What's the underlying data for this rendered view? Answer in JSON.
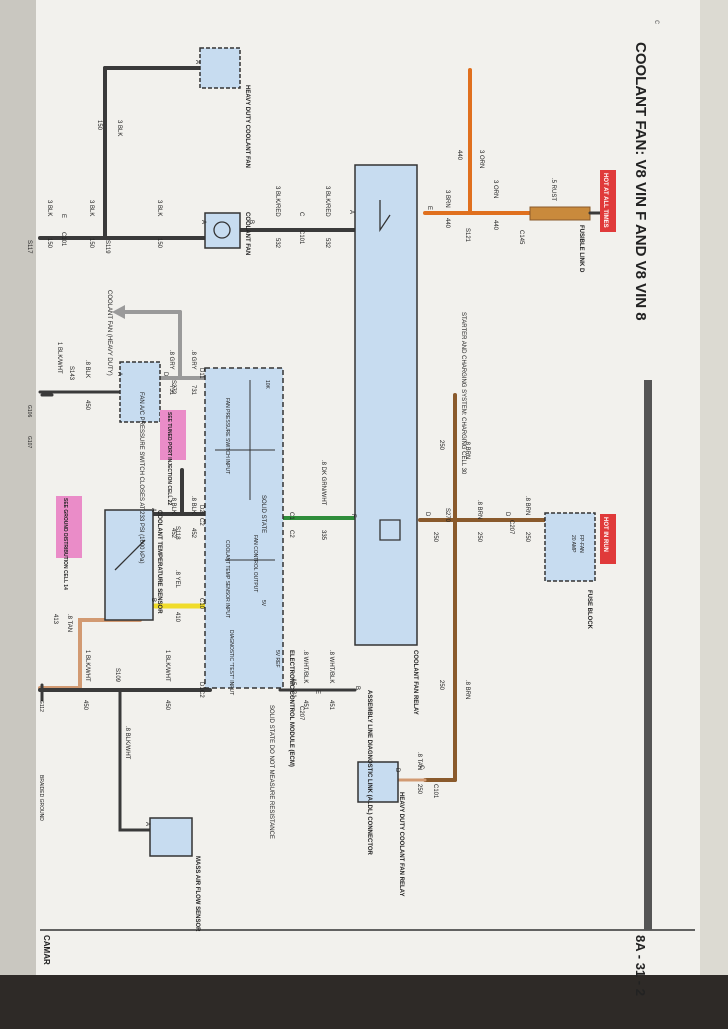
{
  "page": {
    "title": "COOLANT FAN: V8 VIN F AND V8 VIN 8",
    "page_number": "8A - 31 - 2",
    "footer_left": "CAMAR",
    "hot_at_all_times": "HOT AT ALL TIMES",
    "hot_in_run": "HOT IN RUN",
    "corner_mark": "c"
  },
  "components": {
    "fusible_link": "FUSIBLE LINK D",
    "fuse_block": "FUSE BLOCK",
    "fuse_name": "FP-FAN",
    "fuse_rating": "20 AMP",
    "coolant_fan_relay": "COOLANT FAN RELAY",
    "coolant_fan": "COOLANT FAN",
    "coolant_fan_hd": "HEAVY DUTY COOLANT FAN",
    "coolant_fan_hd_arrow": "COOLANT FAN (HEAVY DUTY)",
    "starter_ref": "STARTER AND CHARGING SYSTEM: CHARGING CELL 30",
    "ecm": "ELECTRONIC CONTROL MODULE (ECM)",
    "ecm_note": "SOLID STATE DO NOT MEASURE RESISTANCE",
    "coolant_temp_sensor": "COOLANT TEMPERATURE SENSOR",
    "fan_ac_switch": "FAN A/C PRESSURE SWITCH CLOSES AT 233 PSI (1600 kPa)",
    "aldl": "ASSEMBLY LINE DIAGNOSTIC LINK (ALDL) CONNECTOR",
    "hd_fan_relay": "HEAVY DUTY COOLANT FAN RELAY",
    "maf_sensor": "MASS AIR FLOW SENSOR",
    "see_injection": "SEE TUNED PORT INJECTION CELL 22",
    "see_ground": "SEE GROUND DISTRIBUTION CELL 14",
    "braided_ground": "BRAIDED GROUND",
    "solid_state": "SOLID STATE",
    "fan_control_output": "FAN CONTROL OUTPUT",
    "fan_pressure_input": "FAN PRESSURE SWITCH INPUT",
    "coolant_temp_input": "COOLANT TEMP SENSOR INPUT",
    "diagnostic_input": "DIAGNOSTIC \"TEST\" INPUT",
    "five_v_ref": "5V REF",
    "five_v": "5V",
    "ten_k": "10K"
  },
  "wires": {
    "rust": ".5 RUST",
    "orn3_a": "3 ORN",
    "orn3_b": "3 ORN",
    "brn3": "3 BRN",
    "w440_a": "440",
    "w440_b": "440",
    "w440_c": "440",
    "blk3_red": "3 BLK/RED",
    "blk3_red_b": "3 BLK/RED",
    "w532_a": "532",
    "w532_b": "532",
    "blk3_a": "3 BLK",
    "blk3_b": "3 BLK",
    "blk3_c": "3 BLK",
    "blk3_d": "3 BLK",
    "w150_a": "150",
    "w150_b": "150",
    "w150_c": "150",
    "w150_d": "150",
    "gry8": ".8 GRY",
    "gry8_b": ".8 GRY",
    "w731_a": "731",
    "w731_b": "731",
    "blk8": ".8 BLK",
    "blk8_b": ".8 BLK",
    "w452": "452",
    "w452_b": "452",
    "blk8_c": ".8 BLK",
    "w450_a": "450",
    "w450_b": "450",
    "blkwht1": "1 BLK/WHT",
    "blkwht1_b": "1 BLK/WHT",
    "blkwht1_c": "1 BLK/WHT",
    "dkgrn": ".8 DK GRN/WHT",
    "w335": "335",
    "yel8": ".8 YEL",
    "w410": "410",
    "tan8": ".8 TAN",
    "w413": "413",
    "brn8_a": ".8 BRN",
    "brn8_b": ".8 BRN",
    "brn8_c": ".8 BRN",
    "brn8_d": ".8 BRN",
    "w250_a": "250",
    "w250_b": "250",
    "w250_c": "250",
    "w250_d": "250",
    "w250_e": "250",
    "whtblk8": ".8 WHT/BLK",
    "whtblk8_b": ".8 WHT/BLK",
    "w451_a": "451",
    "w451_b": "451",
    "tan8_b": ".8 TAN",
    "w250_f": "250",
    "blkwht8": ".8 BLK/WHT",
    "w450_c": "450"
  },
  "connectors": {
    "C145": "C145",
    "C207": "C207",
    "C207b": "C207",
    "S121": "S121",
    "C101": "C101",
    "C101b": "C101",
    "C101c": "C101",
    "S119": "S119",
    "S117": "S117",
    "S270": "S270",
    "S272": "S272",
    "S143": "S143",
    "S118": "S118",
    "S109": "S109",
    "G112": "G112",
    "G106": "G106",
    "G107": "G107",
    "C1": "C1",
    "C2": "C2",
    "C1b": "C1",
    "C2b": "C2",
    "C2c": "C2",
    "D11": "D11",
    "D2": "D2",
    "C10": "C10",
    "D1": "D1",
    "A5": "A5",
    "pA1": "A",
    "pA2": "A",
    "pA3": "A",
    "pA4": "A",
    "pA5": "A",
    "pA6": "A",
    "pB1": "B",
    "pB2": "B",
    "pB3": "B",
    "pC1": "C",
    "pC2": "C",
    "pD1": "D",
    "pD2": "D",
    "pD3": "D",
    "pD4": "D",
    "pE1": "E",
    "pE2": "E",
    "pE3": "E",
    "pF": "F"
  },
  "colors": {
    "paper": "#f1f0ec",
    "wire_black": "#3a3a3a",
    "wire_orange": "#e0701e",
    "wire_brown": "#8a5a2c",
    "wire_yellow": "#f0dc2a",
    "wire_green": "#2f8d3a",
    "wire_tan": "#d29a72",
    "component_blue": "#c7dcf0",
    "hot_red": "#e03a3a",
    "note_pink": "#ea8cc8"
  }
}
